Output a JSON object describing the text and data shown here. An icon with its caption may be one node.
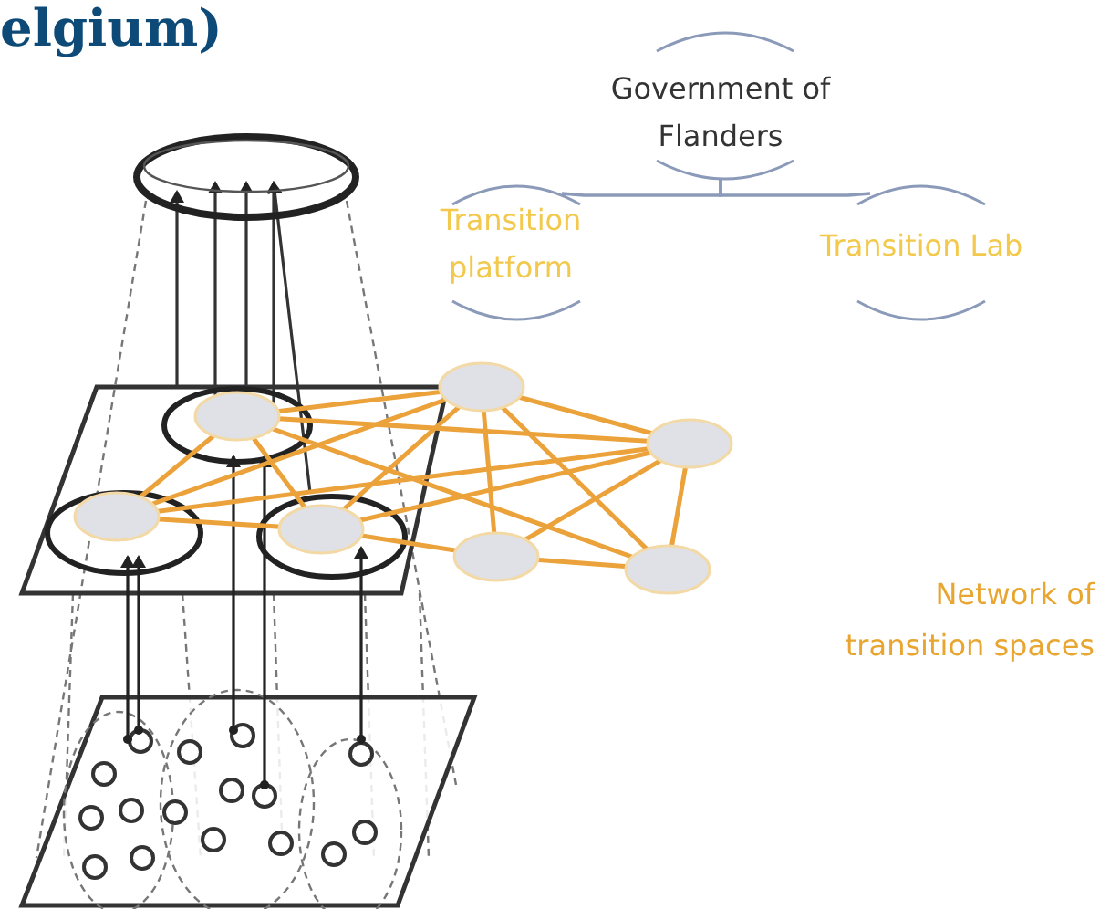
{
  "diagram": {
    "title": "elgium)",
    "nodes": [
      {
        "text": [
          "Government of Flanders"
        ]
      },
      {
        "text": [
          "Transition platform"
        ]
      },
      {
        "text": [
          "Transition Lab"
        ]
      }
    ],
    "edges": [
      {
        "from": 0,
        "to": 1,
        "arrow": "none"
      },
      {
        "from": 0,
        "to": 2,
        "arrow": "none"
      }
    ],
    "labels": [
      "Network of transition spaces"
    ]
  }
}
